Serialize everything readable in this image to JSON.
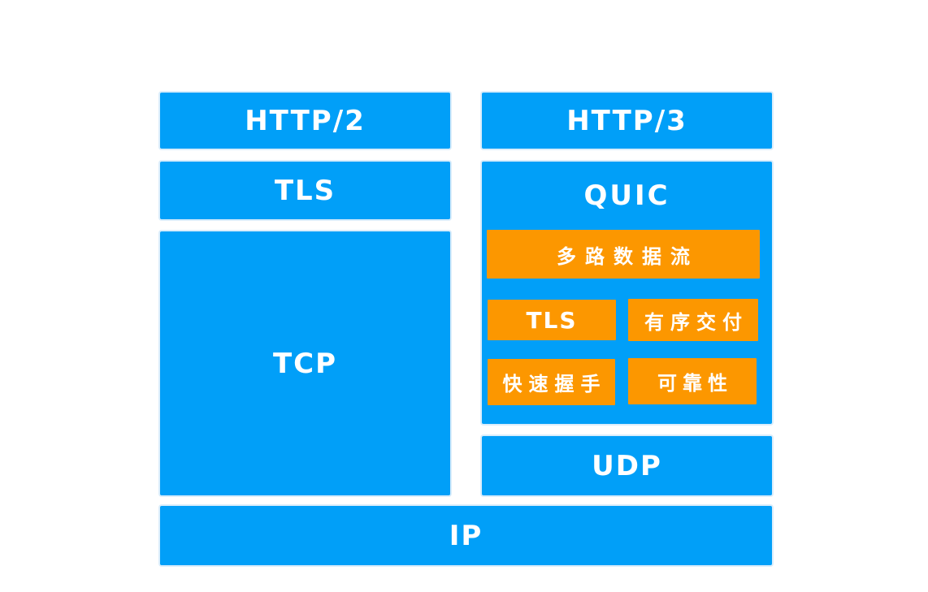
{
  "diagram": {
    "left_stack": {
      "http2": "HTTP/2",
      "tls": "TLS",
      "tcp": "TCP"
    },
    "right_stack": {
      "http3": "HTTP/3",
      "quic": "QUIC",
      "quic_features": {
        "multiplexing": "多路数据流",
        "tls": "TLS",
        "ordered_delivery": "有序交付",
        "fast_handshake": "快速握手",
        "reliability": "可靠性"
      },
      "udp": "UDP"
    },
    "bottom": {
      "ip": "IP"
    },
    "colors": {
      "blue": "#019FF8",
      "orange": "#FC9700",
      "label_text": "#FFFFFF"
    }
  }
}
